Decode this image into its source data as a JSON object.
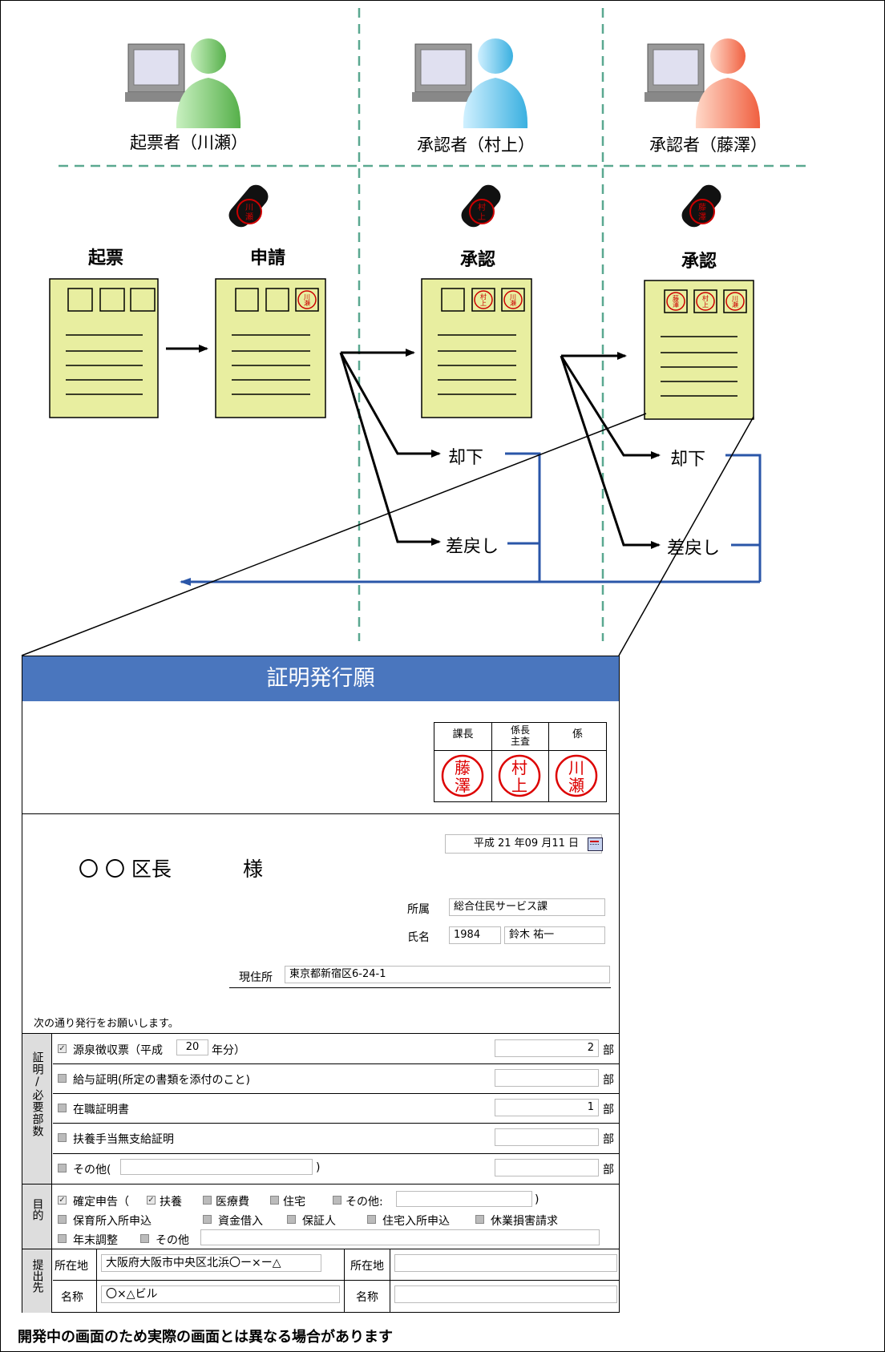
{
  "roles": [
    "起票者（川瀬）",
    "承認者（村上）",
    "承認者（藤澤）"
  ],
  "steps": [
    "起票",
    "申請",
    "承認",
    "承認"
  ],
  "outcomes": [
    "却下",
    "差戻し",
    "却下",
    "差戻し"
  ],
  "stamps": {
    "kawase": [
      "川",
      "瀬"
    ],
    "murakami": [
      "村",
      "上"
    ],
    "fujisawa": [
      "藤",
      "澤"
    ]
  },
  "colors": {
    "divider": "#5aa890",
    "doc_fill": "#e8eea0",
    "return_arrow": "#2a56a8",
    "stamp_red": "#cc0000",
    "form_header": "#4a76be"
  },
  "form": {
    "title": "証明発行願",
    "approval_headers": [
      "課長",
      "係長\n主査",
      "係"
    ],
    "date": "平成 21 年09 月11 日",
    "addressee_a": "〇 〇 区長",
    "addressee_b": "様",
    "affiliation_label": "所属",
    "affiliation_value": "総合住民サービス課",
    "name_label": "氏名",
    "name_id": "1984",
    "name_value": "鈴木 祐一",
    "address_label": "現住所",
    "address_value": "東京都新宿区6-24-1",
    "request_text": "次の通り発行をお願いします。",
    "section1_label": "証明/必要部数",
    "certs": [
      {
        "label_pre": "源泉徴収票（平成",
        "year": "20",
        "label_post": "年分）",
        "checked": true,
        "count": "2",
        "unit": "部"
      },
      {
        "label_pre": "給与証明(所定の書類を添付のこと)",
        "checked": false,
        "count": "",
        "unit": "部"
      },
      {
        "label_pre": "在職証明書",
        "checked": false,
        "count": "1",
        "unit": "部"
      },
      {
        "label_pre": "扶養手当無支給証明",
        "checked": false,
        "count": "",
        "unit": "部"
      },
      {
        "label_pre": "その他(",
        "label_post": ")",
        "checked": false,
        "count": "",
        "unit": "部"
      }
    ],
    "section2_label": "目的",
    "purpose_row1": {
      "main": "確定申告（",
      "items": [
        "扶養",
        "医療費",
        "住宅",
        "その他:"
      ],
      "close": ")"
    },
    "purpose_row2": [
      "保育所入所申込",
      "資金借入",
      "保証人",
      "住宅入所申込",
      "休業損害請求"
    ],
    "purpose_row3": [
      "年末調整",
      "その他"
    ],
    "section3_label": "提出先",
    "dest_location_label": "所在地",
    "dest_location_value": "大阪府大阪市中央区北浜〇ー×ー△",
    "dest_location_label2": "所在地",
    "dest_name_label": "名称",
    "dest_name_value": "〇×△ビル",
    "dest_name_label2": "名称"
  },
  "footer_note": "開発中の画面のため実際の画面とは異なる場合があります"
}
